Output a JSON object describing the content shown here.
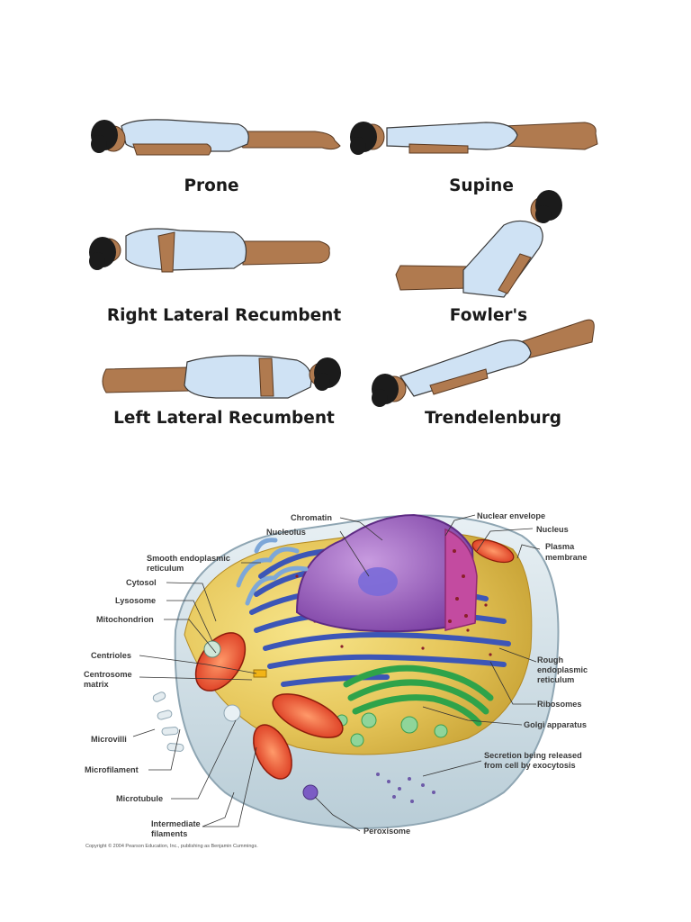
{
  "positions": {
    "prone": "Prone",
    "supine": "Supine",
    "right_lateral": "Right Lateral Recumbent",
    "fowlers": "Fowler's",
    "left_lateral": "Left Lateral Recumbent",
    "trendelenburg": "Trendelenburg"
  },
  "cell": {
    "labels": {
      "chromatin": "Chromatin",
      "nucleolus": "Nucleolus",
      "nuclear_envelope": "Nuclear envelope",
      "nucleus": "Nucleus",
      "plasma_membrane_1": "Plasma",
      "plasma_membrane_2": "membrane",
      "smooth_er_1": "Smooth endoplasmic",
      "smooth_er_2": "reticulum",
      "cytosol": "Cytosol",
      "lysosome": "Lysosome",
      "mitochondrion": "Mitochondrion",
      "centrioles": "Centrioles",
      "centrosome_1": "Centrosome",
      "centrosome_2": "matrix",
      "rough_er_1": "Rough",
      "rough_er_2": "endoplasmic",
      "rough_er_3": "reticulum",
      "ribosomes": "Ribosomes",
      "golgi": "Golgi apparatus",
      "microvilli": "Microvilli",
      "secretion_1": "Secretion being released",
      "secretion_2": "from cell by exocytosis",
      "microfilament": "Microfilament",
      "microtubule": "Microtubule",
      "intermediate_1": "Intermediate",
      "intermediate_2": "filaments",
      "peroxisome": "Peroxisome"
    },
    "copyright": "Copyright © 2004 Pearson Education, Inc., publishing as Benjamin Cummings."
  }
}
